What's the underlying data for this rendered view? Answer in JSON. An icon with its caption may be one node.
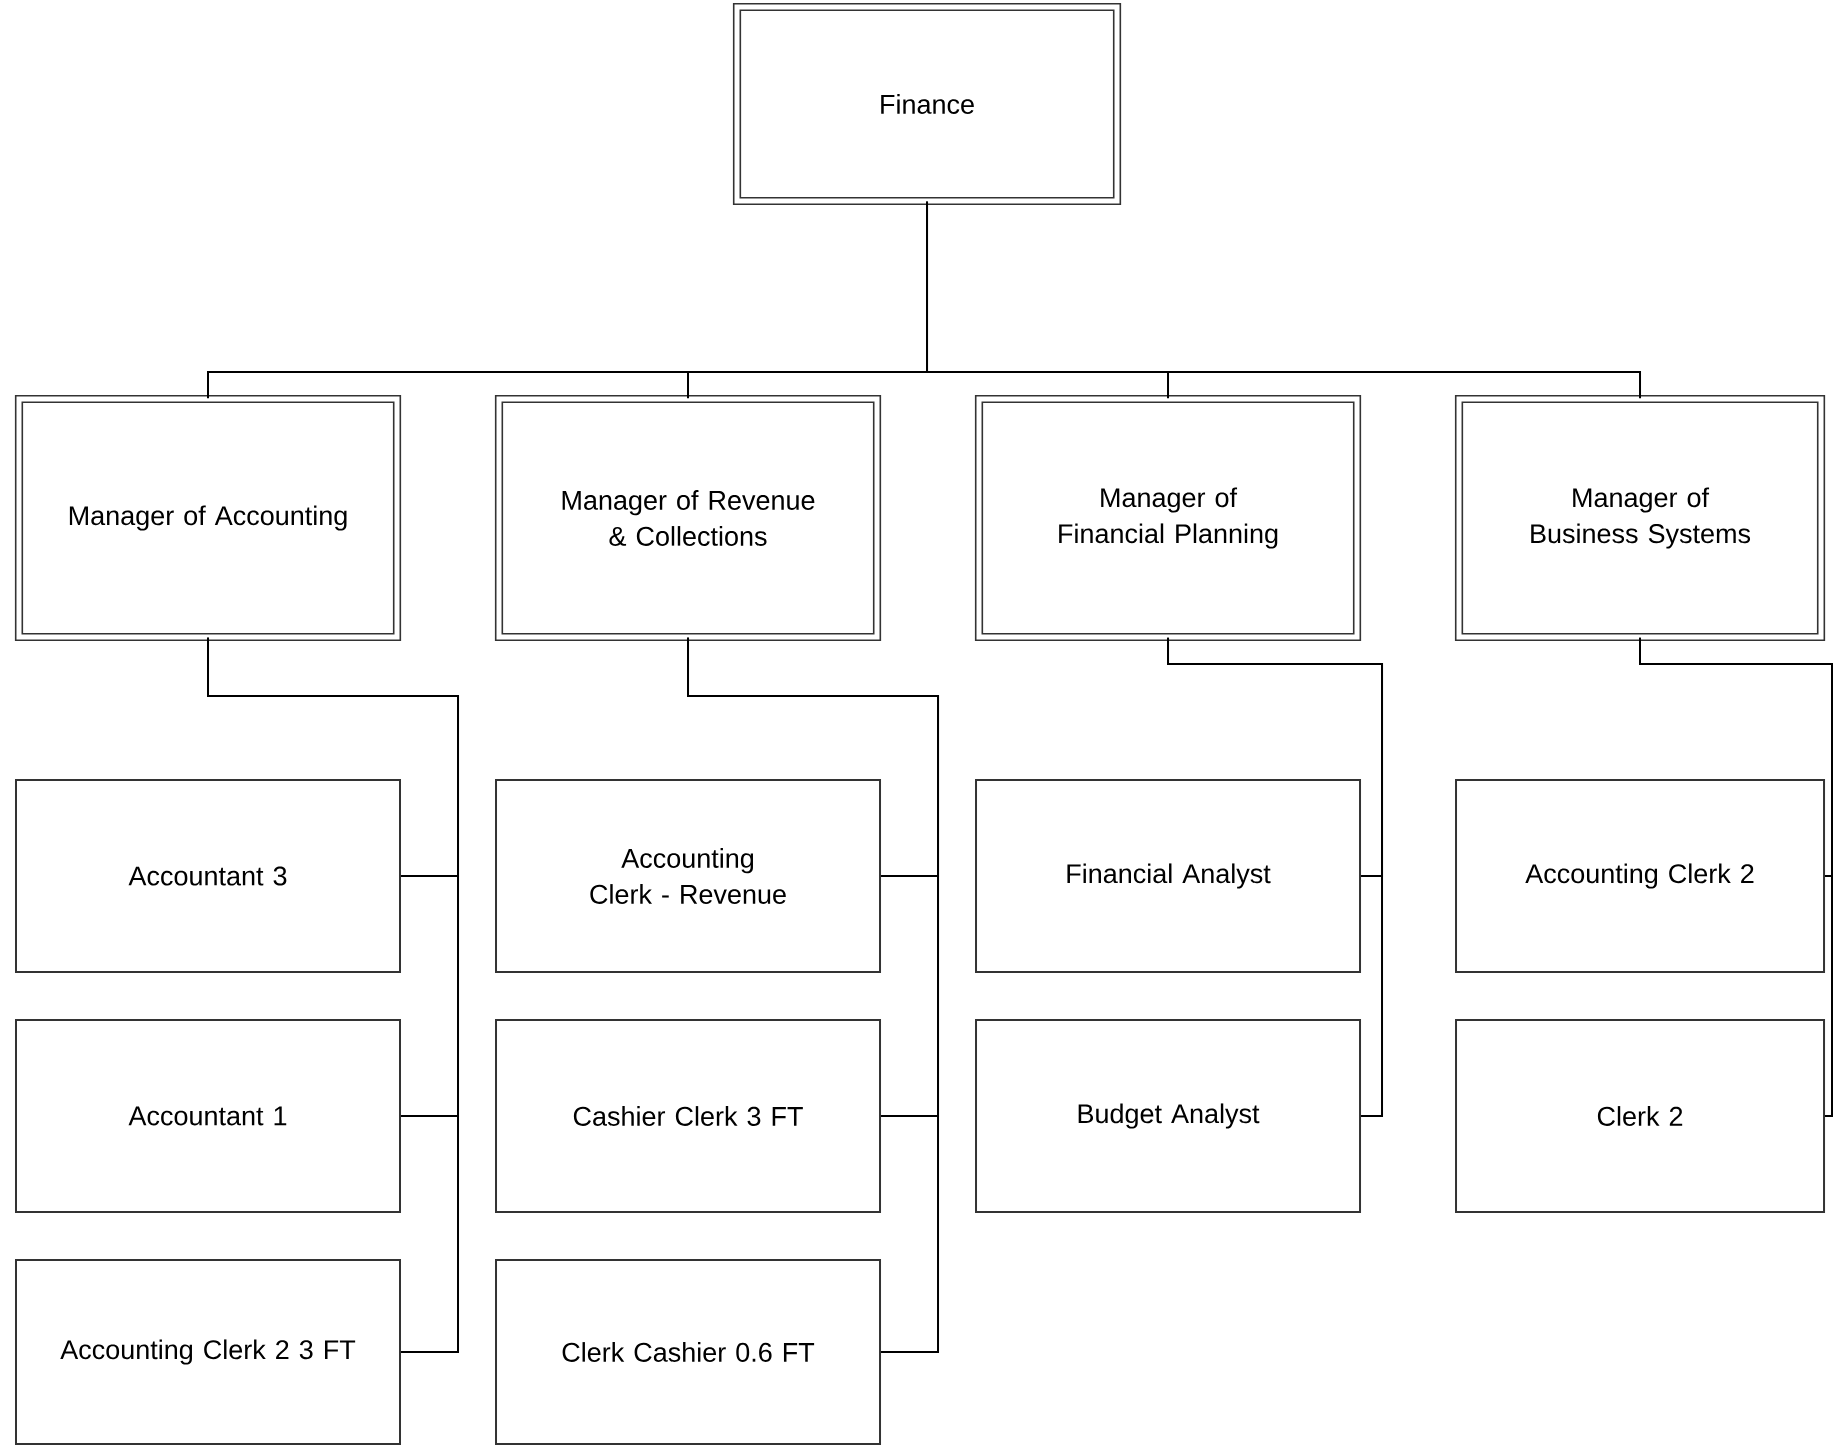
{
  "diagram": {
    "nodes": [
      {
        "text": [
          "Finance"
        ]
      },
      {
        "text": [
          "Manager of Accounting"
        ]
      },
      {
        "text": [
          "Manager of Revenue & Collections"
        ]
      },
      {
        "text": [
          "Manager of Financial Planning"
        ]
      },
      {
        "text": [
          "Manager of Business Systems"
        ]
      },
      {
        "text": [
          "Accountant 3"
        ]
      },
      {
        "text": [
          "Accountant 1"
        ]
      },
      {
        "text": [
          "Accounting Clerk 2 3 FT"
        ]
      },
      {
        "text": [
          "Accounting Clerk - Revenue"
        ]
      },
      {
        "text": [
          "Cashier Clerk 3 FT"
        ]
      },
      {
        "text": [
          "Clerk Cashier 0.6 FT"
        ]
      },
      {
        "text": [
          "Financial Analyst"
        ]
      },
      {
        "text": [
          "Budget Analyst"
        ]
      },
      {
        "text": [
          "Accounting Clerk 2"
        ]
      },
      {
        "text": [
          "Clerk 2"
        ]
      }
    ],
    "edges": [
      {
        "from": 0,
        "to": 1,
        "arrow": "none"
      },
      {
        "from": 0,
        "to": 2,
        "arrow": "none"
      },
      {
        "from": 0,
        "to": 3,
        "arrow": "none"
      },
      {
        "from": 0,
        "to": 4,
        "arrow": "none"
      },
      {
        "from": 1,
        "to": 5,
        "arrow": "none"
      },
      {
        "from": 1,
        "to": 6,
        "arrow": "none"
      },
      {
        "from": 1,
        "to": 7,
        "arrow": "none"
      },
      {
        "from": 2,
        "to": 8,
        "arrow": "none"
      },
      {
        "from": 2,
        "to": 9,
        "arrow": "none"
      },
      {
        "from": 2,
        "to": 10,
        "arrow": "none"
      },
      {
        "from": 3,
        "to": 11,
        "arrow": "none"
      },
      {
        "from": 3,
        "to": 12,
        "arrow": "none"
      },
      {
        "from": 4,
        "to": 13,
        "arrow": "none"
      },
      {
        "from": 4,
        "to": 14,
        "arrow": "none"
      }
    ]
  }
}
